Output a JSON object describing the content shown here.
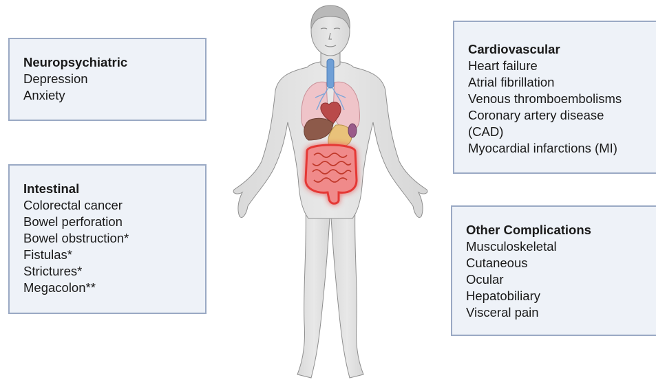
{
  "panels": {
    "neuropsychiatric": {
      "title": "Neuropsychiatric",
      "items": [
        "Depression",
        "Anxiety"
      ]
    },
    "intestinal": {
      "title": "Intestinal",
      "items": [
        "Colorectal cancer",
        "Bowel perforation",
        "Bowel obstruction*",
        "Fistulas*",
        "Strictures*",
        "Megacolon**"
      ]
    },
    "cardiovascular": {
      "title": "Cardiovascular",
      "items": [
        "Heart failure",
        "Atrial fibrillation",
        "Venous thromboembolisms",
        "Coronary artery disease\n(CAD)",
        "Myocardial infarctions (MI)"
      ]
    },
    "other": {
      "title": "Other Complications",
      "items": [
        "Musculoskeletal",
        "Cutaneous",
        "Ocular",
        "Hepatobiliary",
        "Visceral pain"
      ]
    }
  },
  "colors": {
    "panel_fill": "#eef2f8",
    "panel_border": "#9aa9c4",
    "skin": "#e2e2e2",
    "organ_highlight": "#e53935"
  }
}
